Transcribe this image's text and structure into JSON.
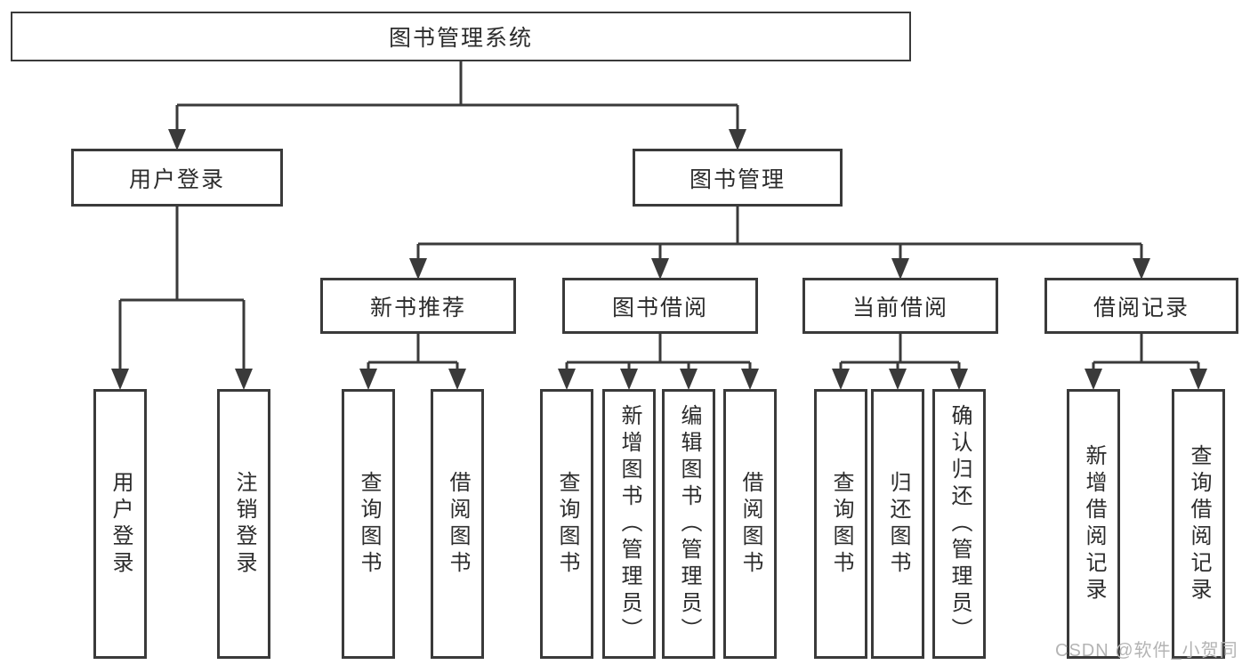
{
  "diagram": {
    "root_label": "图书管理系统",
    "login": {
      "label": "用户登录",
      "children": [
        {
          "label": "用户登录"
        },
        {
          "label": "注销登录"
        }
      ]
    },
    "management": {
      "label": "图书管理",
      "groups": [
        {
          "label": "新书推荐",
          "children": [
            {
              "label": "查询图书"
            },
            {
              "label": "借阅图书"
            }
          ]
        },
        {
          "label": "图书借阅",
          "children": [
            {
              "label": "查询图书"
            },
            {
              "label": "新增图书（管理员）"
            },
            {
              "label": "编辑图书（管理员）"
            },
            {
              "label": "借阅图书"
            }
          ]
        },
        {
          "label": "当前借阅",
          "children": [
            {
              "label": "查询图书"
            },
            {
              "label": "归还图书"
            },
            {
              "label": "确认归还（管理员）"
            }
          ]
        },
        {
          "label": "借阅记录",
          "children": [
            {
              "label": "新增借阅记录"
            },
            {
              "label": "查询借阅记录"
            }
          ]
        }
      ]
    },
    "watermark": "CSDN @软件_小贺同学",
    "colors": {
      "line": "#3a3a3a",
      "text": "#2c2c2c",
      "watermark": "#b4b4b4",
      "background": "#ffffff"
    }
  }
}
